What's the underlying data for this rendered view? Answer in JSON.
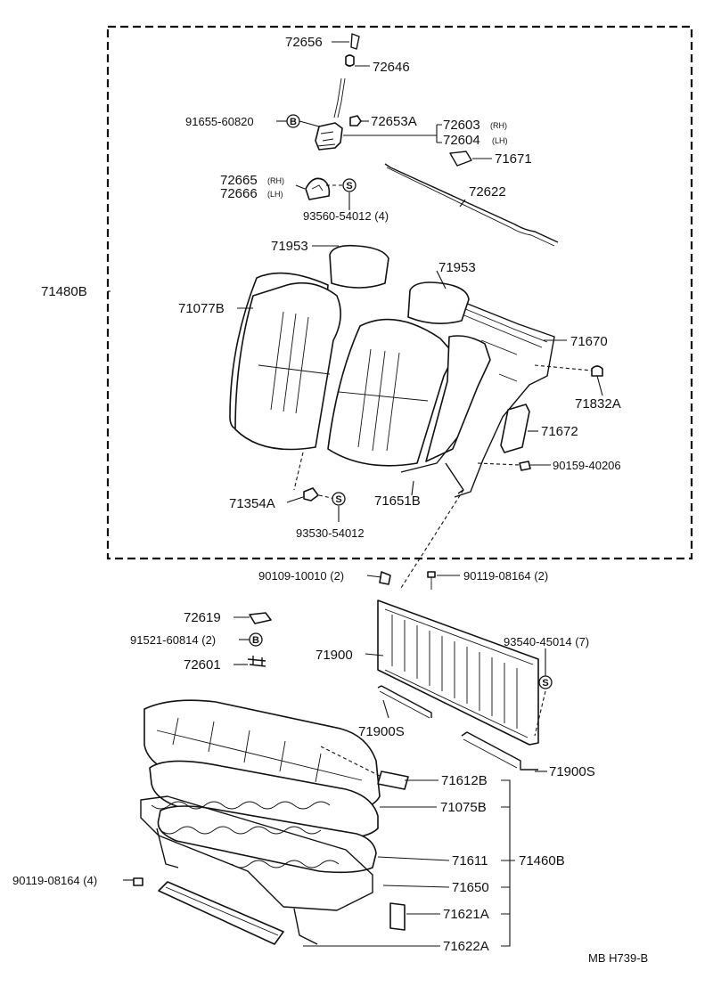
{
  "labels": {
    "p72656": "72656",
    "p72646": "72646",
    "p91655": "91655-60820",
    "p72653A": "72653A",
    "p72603": "72603",
    "p72604": "72604",
    "rh": "(RH)",
    "lh": "(LH)",
    "p71671": "71671",
    "p72665": "72665",
    "p72666": "72666",
    "p72622": "72622",
    "p93560": "93560-54012 (4)",
    "p71953a": "71953",
    "p71953b": "71953",
    "p71480B": "71480B",
    "p71077B": "71077B",
    "p71670": "71670",
    "p71832A": "71832A",
    "p71672": "71672",
    "p90159": "90159-40206",
    "p71354A": "71354A",
    "p71651B": "71651B",
    "p93530": "93530-54012",
    "p90109": "90109-10010 (2)",
    "p90119a": "90119-08164 (2)",
    "p72619": "72619",
    "p91521": "91521-60814 (2)",
    "p72601": "72601",
    "p71900": "71900",
    "p93540": "93540-45014 (7)",
    "p71900S_a": "71900S",
    "p71900S_b": "71900S",
    "p71612B": "71612B",
    "p71075B": "71075B",
    "p71611": "71611",
    "p71460B": "71460B",
    "p90119b": "90119-08164 (4)",
    "p71650": "71650",
    "p71621A": "71621A",
    "p71622A": "71622A",
    "code": "MB H739-B"
  },
  "symbols": {
    "bolt": "B",
    "screw": "S"
  }
}
